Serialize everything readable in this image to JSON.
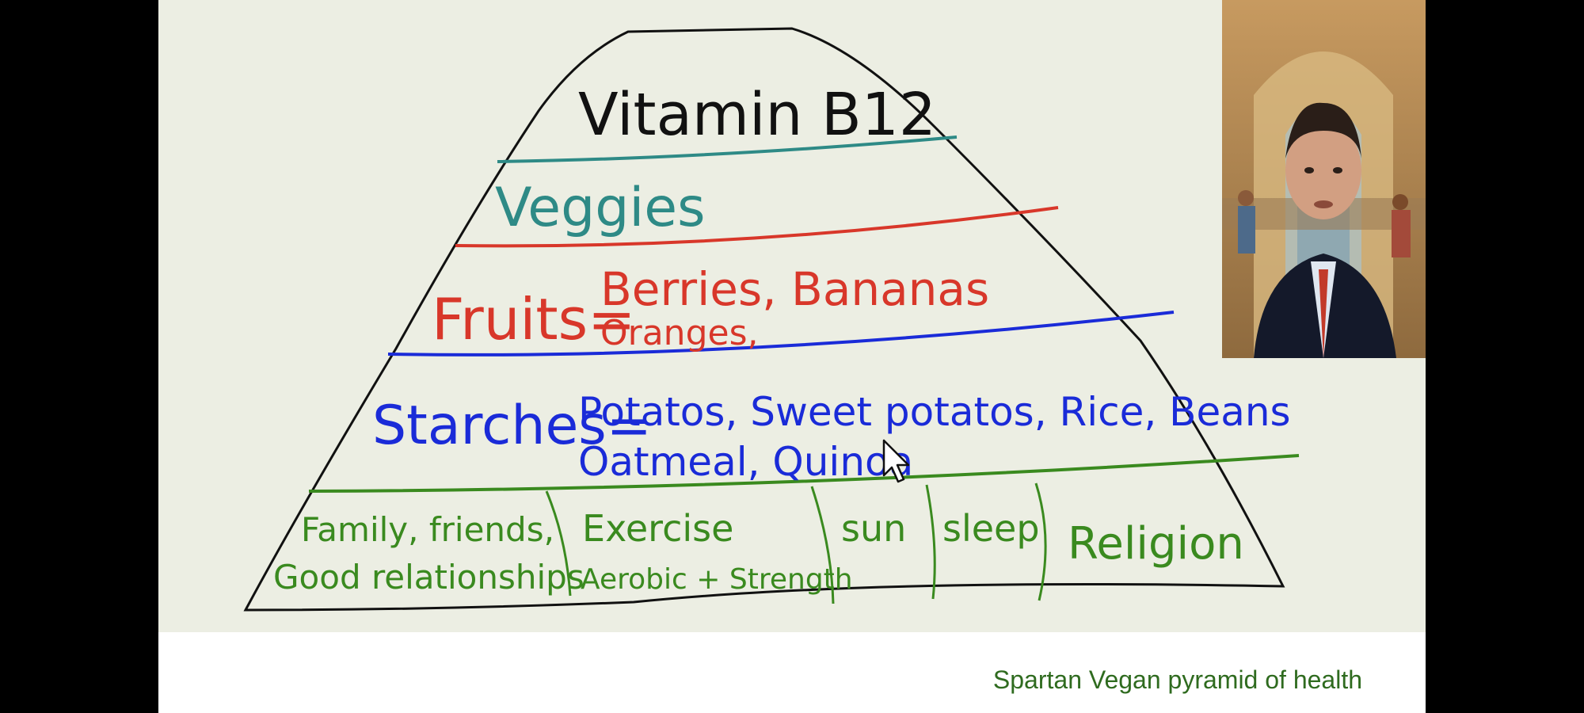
{
  "colors": {
    "board": "#eceee3",
    "outline": "#111111",
    "teal": "#2e8a86",
    "red": "#d8372a",
    "blue": "#1a2bd8",
    "green": "#3a8a1f",
    "caption": "#2f6b1f"
  },
  "pyramid": {
    "top": "Vitamin B12",
    "veggies": "Veggies",
    "fruits_label": "Fruits=",
    "fruits_line1": "Berries, Bananas",
    "fruits_line2": "Oranges,",
    "starches_label": "Starches=",
    "starches_line1": "Potatos, Sweet potatos, Rice, Beans",
    "starches_line2": "Oatmeal, Quinoa",
    "base": {
      "cell1_line1": "Family, friends,",
      "cell1_line2": "Good relationships",
      "cell2_line1": "Exercise",
      "cell2_line2": "Aerobic + Strength",
      "cell3": "sun",
      "cell4": "sleep",
      "cell5": "Religion"
    }
  },
  "caption": "Spartan Vegan pyramid of health",
  "cursor_icon": "mouse-pointer-icon",
  "webcam_icon": "presenter-video"
}
